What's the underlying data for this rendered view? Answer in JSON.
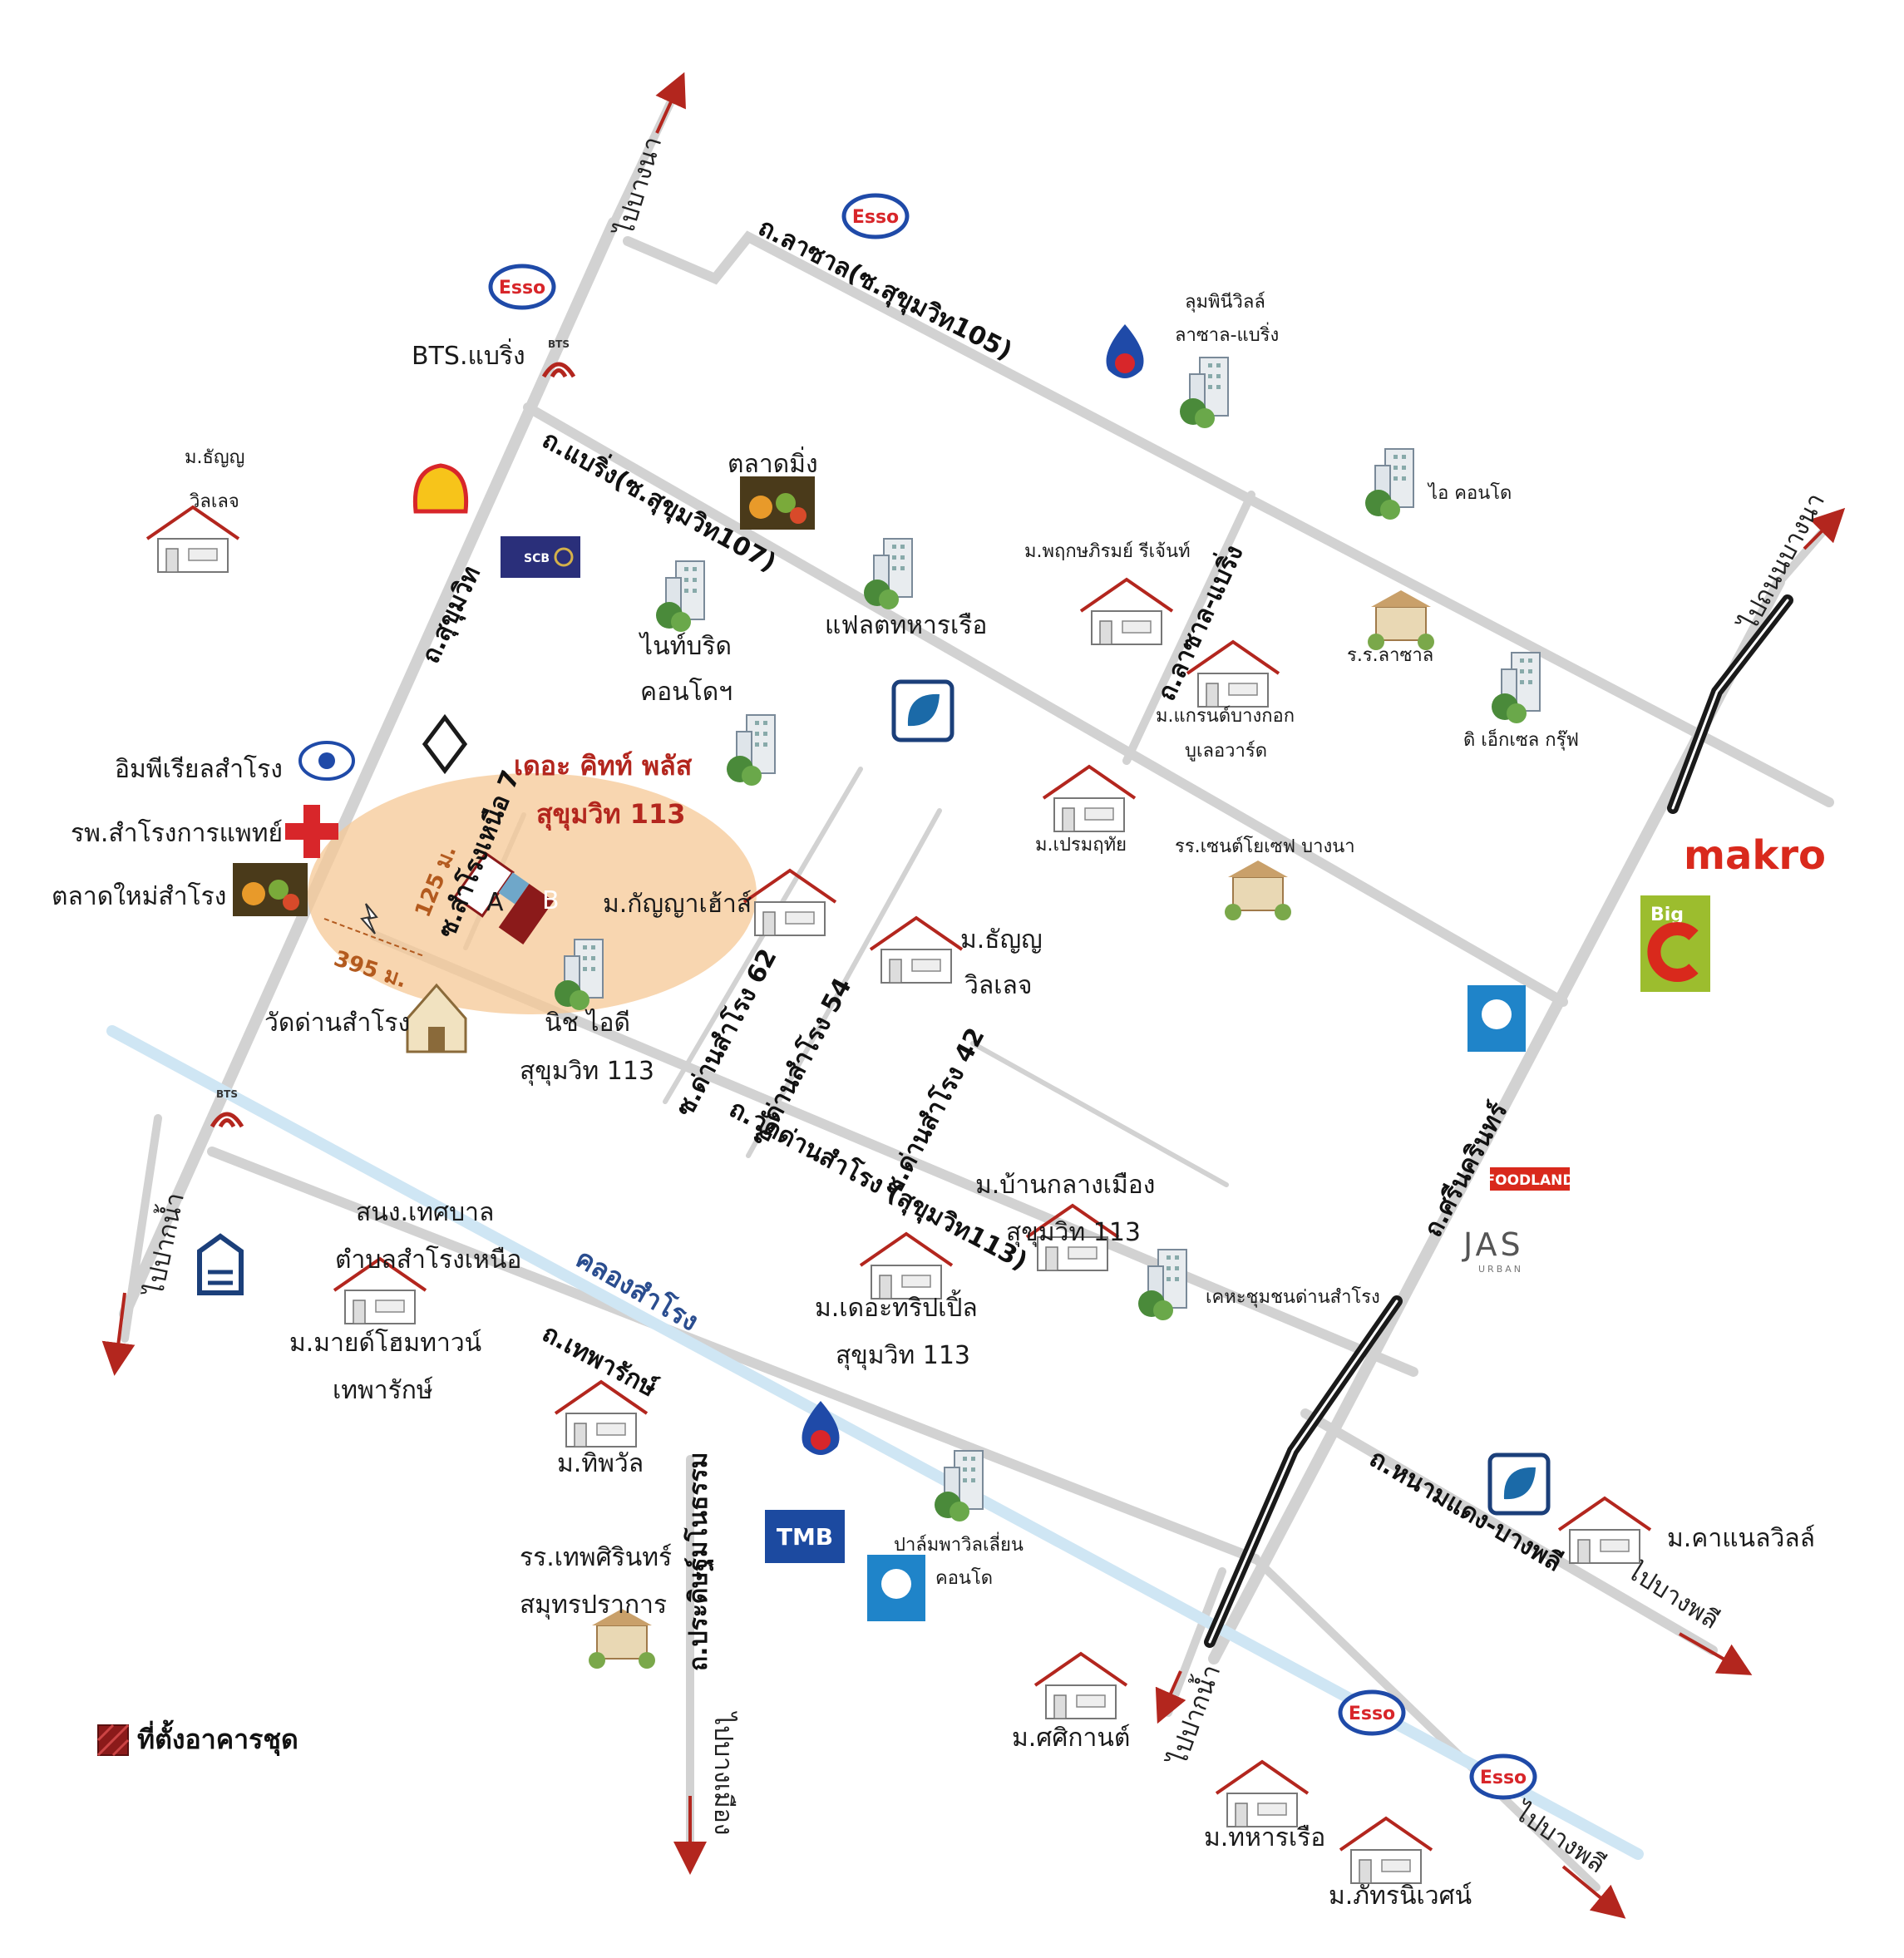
{
  "colors": {
    "road": "#d2d2d2",
    "canal": "#cfe6f4",
    "expressway": "#1a1a1a",
    "site_zone": "#f5c895",
    "site_building": "#8b1a1a",
    "arrow": "#b3261e",
    "esso_blue": "#1f4aa8",
    "esso_red": "#d8262a",
    "shell_yellow": "#f7c41a",
    "makro_red": "#d9291c",
    "bigc_green": "#9cbd2e"
  },
  "site": {
    "name_line1": "เดอะ คิทท์ พลัส",
    "name_line2": "สุขุมวิท 113",
    "building_a": "A",
    "building_b": "B",
    "dist_125": "125 ม.",
    "dist_395": "395 ม."
  },
  "roads": {
    "sukhumvit": "ถ.สุขุมวิท",
    "lasalle": "ถ.ลาซาล(ซ.สุขุมวิท105)",
    "bearing": "ถ.แบริ่ง(ซ.สุขุมวิท107)",
    "lasalle_bearing": "ถ.ลาซาล-แบริ่ง",
    "samrong_nuea7": "ซ.สำโรงเหนือ 7",
    "danssamrong62": "ซ.ด่านสำโรง 62",
    "danssamrong54": "ซ.ด่านสำโรง 54",
    "danssamrong42": "ซ.ด่านสำโรง 42",
    "wat_dan_samrong": "ถ.วัดด่านสำโรง (สุขุมวิท113)",
    "srinakarin": "ถ.ศรีนครินทร์",
    "nam_daeng": "ถ.หนามแดง-บางพลี",
    "theparak": "ถ.เทพารักษ์",
    "pradit": "ถ.ประดิษฐ์มโนธรรม",
    "canal": "คลองสำโรง"
  },
  "directions": {
    "to_bangna_top": "ไปบางนา",
    "to_bangna_right": "ไปถนนบางนา",
    "to_paknam_left": "ไปปากน้ำ",
    "to_paknam_bottom": "ไปปากน้ำ",
    "to_bangphli_1": "ไปบางพลี",
    "to_bangphli_2": "ไปบางพลี",
    "to_mueang": "ไปบางเมือง"
  },
  "places": {
    "bts_bearing": "BTS.แบริ่ง",
    "tanyu_village_tl_1": "ม.ธัญญ",
    "tanyu_village_tl_2": "วิลเลจ",
    "talad_ming": "ตลาดมิ่ง",
    "nine_bird_1": "ไนท์บริด",
    "nine_bird_2": "คอนโดฯ",
    "flat_navy": "แฟลตทหารเรือ",
    "lumpini_1": "ลุมพินีวิลล์",
    "lumpini_2": "ลาซาล-แบริ่ง",
    "i_condo": "ไอ คอนโด",
    "pruksa": "ม.พฤกษภิรมย์ รีเจ้นท์",
    "lasalle_school": "ร.ร.ลาซาล",
    "grand_bangkok_1": "ม.แกรนด์บางกอก",
    "grand_bangkok_2": "บูเลอวาร์ด",
    "excel_group": "ดิ เอ็กเซล กรุ๊ฟ",
    "imperial": "อิมพีเรียลสำโรง",
    "hospital": "รพ.สำโรงการแพทย์",
    "new_market": "ตลาดใหม่สำโรง",
    "wat": "วัดด่านสำโรง",
    "kanya": "ม.กัญญาเฮ้าส์",
    "niche_1": "นิช ไอดี",
    "niche_2": "สุขุมวิท 113",
    "premruethai": "ม.เปรมฤทัย",
    "st_joseph": "รร.เซนต์โยเซฟ บางนา",
    "tanyu_village_c_1": "ม.ธัญญ",
    "tanyu_village_c_2": "วิลเลจ",
    "makro": "makro",
    "bigc": "Big C",
    "foodland": "FOODLAND",
    "jas": "JAS",
    "jas_sub": "URBAN",
    "ban_klang_1": "ม.บ้านกลางเมือง",
    "ban_klang_2": "สุขุมวิท 113",
    "triple_1": "ม.เดอะทริปเปิ้ล",
    "triple_2": "สุขุมวิท 113",
    "community_housing": "เคหะชุมชนด่านสำโรง",
    "municipal_1": "สนง.เทศบาล",
    "municipal_2": "ตำบลสำโรงเหนือ",
    "mind_home_1": "ม.มายด์โฮมทาวน์",
    "mind_home_2": "เทพารักษ์",
    "thipawan": "ม.ทิพวัล",
    "thepsirin_1": "รร.เทพศิรินทร์",
    "thepsirin_2": "สมุทรปราการ",
    "palm_1": "ปาล์มพาวิลเลี่ยน",
    "palm_2": "คอนโด",
    "tmb": "TMB",
    "carnival": "ม.คาแนลวิลล์",
    "sakkarn": "ม.ศศิกานต์",
    "navy_village": "ม.ทหารเรือ",
    "phatra": "ม.ภัทรนิเวศน์",
    "esso": "Esso",
    "scb": "SCB",
    "bts": "BTS"
  },
  "legend": {
    "label": "ที่ตั้งอาคารชุด"
  }
}
